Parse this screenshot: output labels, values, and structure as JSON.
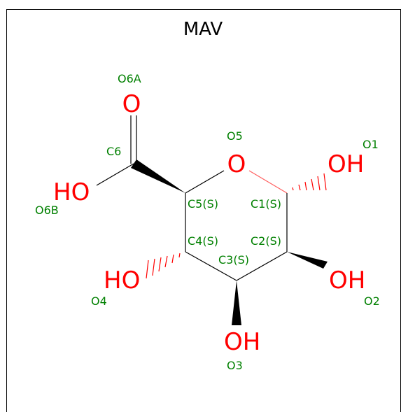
{
  "title": "MAV",
  "colors": {
    "oxygen": "#ff0000",
    "label": "#008000",
    "bond": "#000000"
  },
  "atoms": [
    {
      "id": "o6a_atom",
      "text": "O"
    },
    {
      "id": "o5_atom",
      "text": "O"
    },
    {
      "id": "o1_atom",
      "text": "OH"
    },
    {
      "id": "o6b_atom",
      "text": "HO"
    },
    {
      "id": "o4_atom",
      "text": "HO"
    },
    {
      "id": "o2_atom",
      "text": "OH"
    },
    {
      "id": "o3_atom",
      "text": "OH"
    }
  ],
  "labels": {
    "o6a": "O6A",
    "c6": "C6",
    "o5": "O5",
    "o1": "O1",
    "o6b": "O6B",
    "c5": "C5(S)",
    "c1": "C1(S)",
    "c4": "C4(S)",
    "c2": "C2(S)",
    "c3": "C3(S)",
    "o4": "O4",
    "o2": "O2",
    "o3": "O3"
  }
}
